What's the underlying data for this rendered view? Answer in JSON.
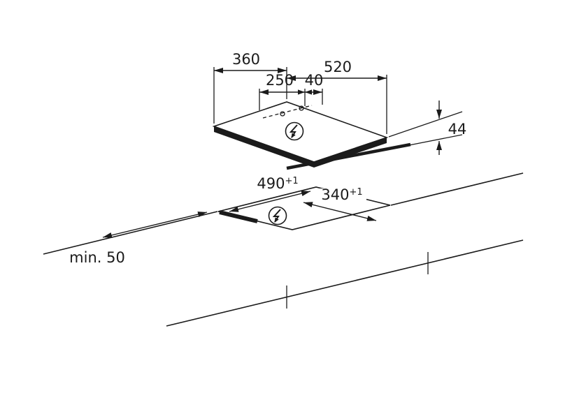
{
  "labels": {
    "hob_width": "360",
    "hob_depth": "520",
    "connection_distance": "250",
    "connection_width": "40",
    "build_in_height": "44",
    "cutout_length": "490",
    "cutout_length_tolerance": "+1",
    "cutout_width": "340",
    "cutout_width_tolerance": "+1",
    "min_clearance": "min. 50"
  },
  "icons": {
    "electrical_connection_hob": "lightning-bolt-in-circle",
    "electrical_connection_cutout": "lightning-bolt-in-circle"
  },
  "colors": {
    "background": "#ffffff",
    "line": "#1b1b1b"
  }
}
